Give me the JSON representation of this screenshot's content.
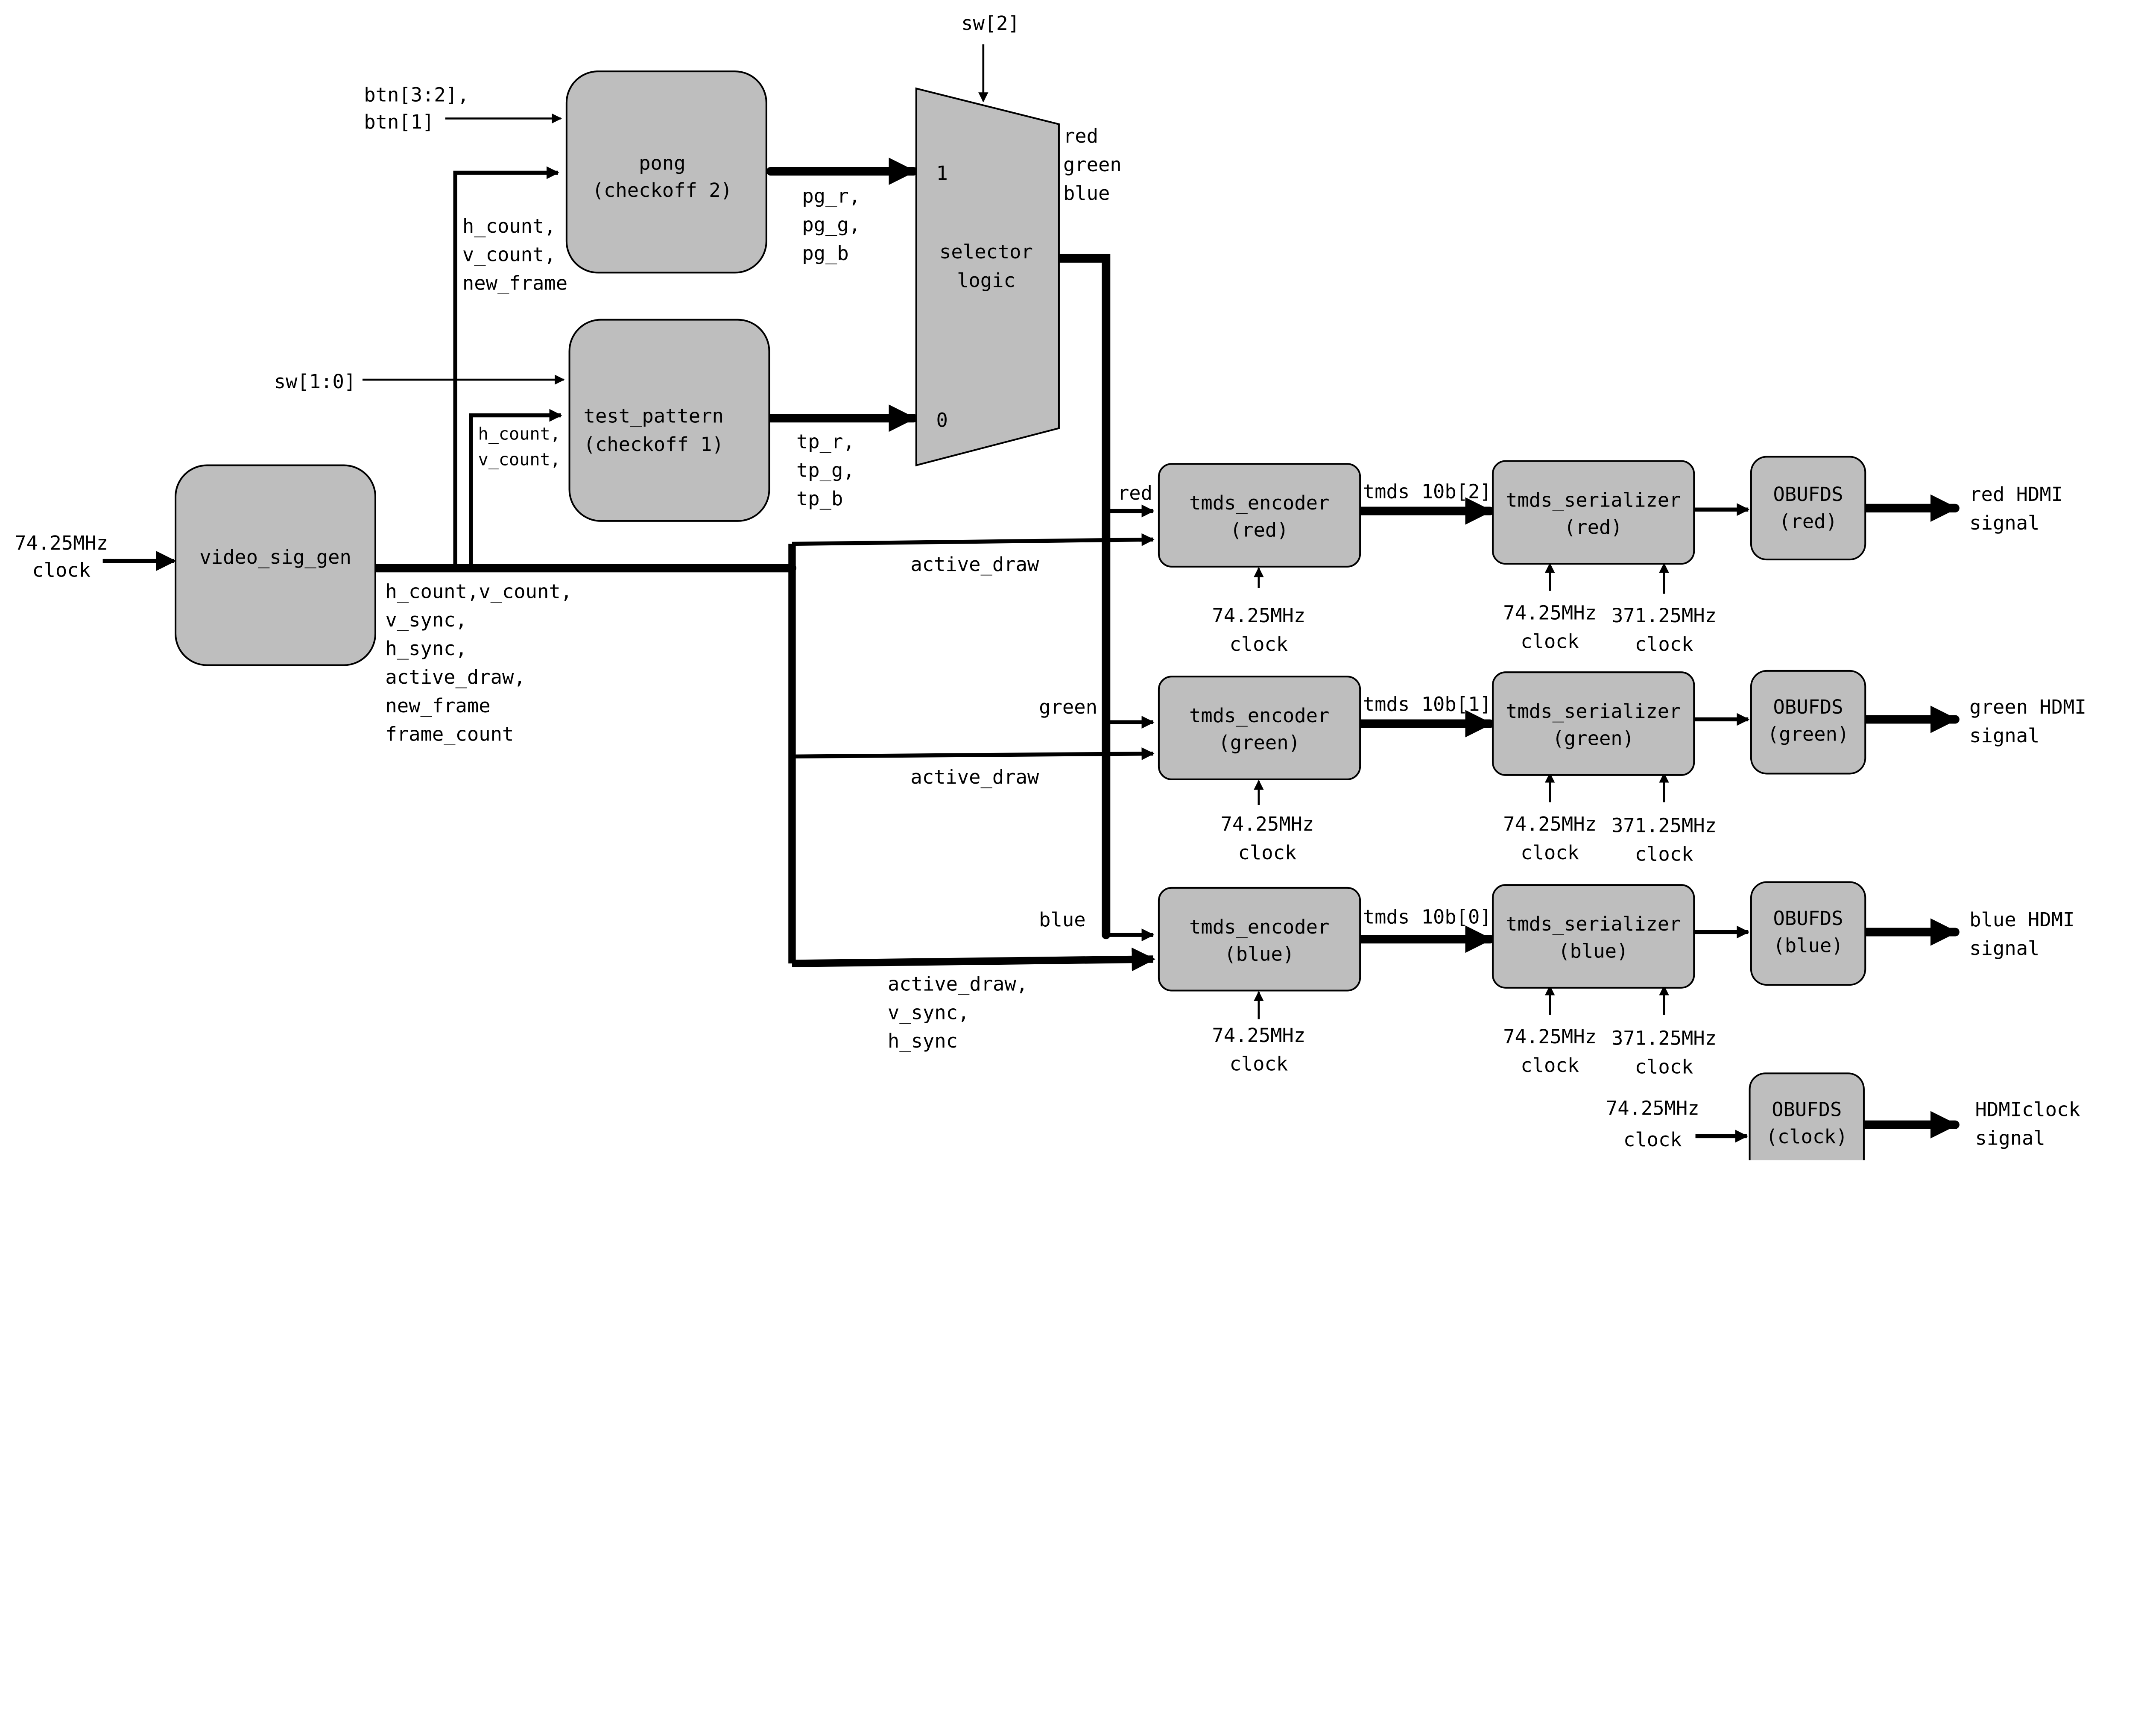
{
  "title": "HDMI video pipeline block diagram",
  "colors": {
    "block_fill": "#bebebe",
    "line": "#000000",
    "background": "#ffffff"
  },
  "blocks": {
    "video_sig_gen": {
      "line1": "video_sig_gen"
    },
    "pong": {
      "line1": "pong",
      "line2": "(checkoff 2)"
    },
    "test_pattern": {
      "line1": "test_pattern",
      "line2": "(checkoff 1)"
    },
    "selector": {
      "line1": "selector",
      "line2": "logic",
      "in1": "1",
      "in0": "0"
    },
    "enc_red": {
      "line1": "tmds_encoder",
      "line2": "(red)"
    },
    "enc_green": {
      "line1": "tmds_encoder",
      "line2": "(green)"
    },
    "enc_blue": {
      "line1": "tmds_encoder",
      "line2": "(blue)"
    },
    "ser_red": {
      "line1": "tmds_serializer",
      "line2": "(red)"
    },
    "ser_green": {
      "line1": "tmds_serializer",
      "line2": "(green)"
    },
    "ser_blue": {
      "line1": "tmds_serializer",
      "line2": "(blue)"
    },
    "obuf_red": {
      "line1": "OBUFDS",
      "line2": "(red)"
    },
    "obuf_green": {
      "line1": "OBUFDS",
      "line2": "(green)"
    },
    "obuf_blue": {
      "line1": "OBUFDS",
      "line2": "(blue)"
    },
    "obuf_clock": {
      "line1": "OBUFDS",
      "line2": "(clock)"
    }
  },
  "signals": {
    "clk_in": [
      "74.25MHz",
      "clock"
    ],
    "btn": [
      "btn[3:2],",
      "btn[1]"
    ],
    "sw2": "sw[2]",
    "sw10": "sw[1:0]",
    "pong_in": [
      "h_count,",
      "v_count,",
      "new_frame"
    ],
    "tp_in": [
      "h_count,",
      "v_count,"
    ],
    "pg_out": [
      "pg_r,",
      "pg_g,",
      "pg_b"
    ],
    "tp_out": [
      "tp_r,",
      "tp_g,",
      "tp_b"
    ],
    "sel_out": [
      "red",
      "green",
      "blue"
    ],
    "vsg_out": [
      "h_count,v_count,",
      "v_sync,",
      "h_sync,",
      "active_draw,",
      "new_frame",
      "frame_count"
    ],
    "red_in": "red",
    "green_in": "green",
    "blue_in": "blue",
    "ad_red": "active_draw",
    "ad_green": "active_draw",
    "ad_blue": [
      "active_draw,",
      "v_sync,",
      "h_sync"
    ],
    "tmds2": "tmds 10b[2]",
    "tmds1": "tmds 10b[1]",
    "tmds0": "tmds 10b[0]",
    "clk74": [
      "74.25MHz",
      "clock"
    ],
    "clk371": [
      "371.25MHz",
      "clock"
    ],
    "hdmi_red": [
      "red HDMI",
      "signal"
    ],
    "hdmi_green": [
      "green HDMI",
      "signal"
    ],
    "hdmi_blue": [
      "blue HDMI",
      "signal"
    ],
    "hdmi_clk": [
      "HDMIclock",
      "signal"
    ]
  }
}
